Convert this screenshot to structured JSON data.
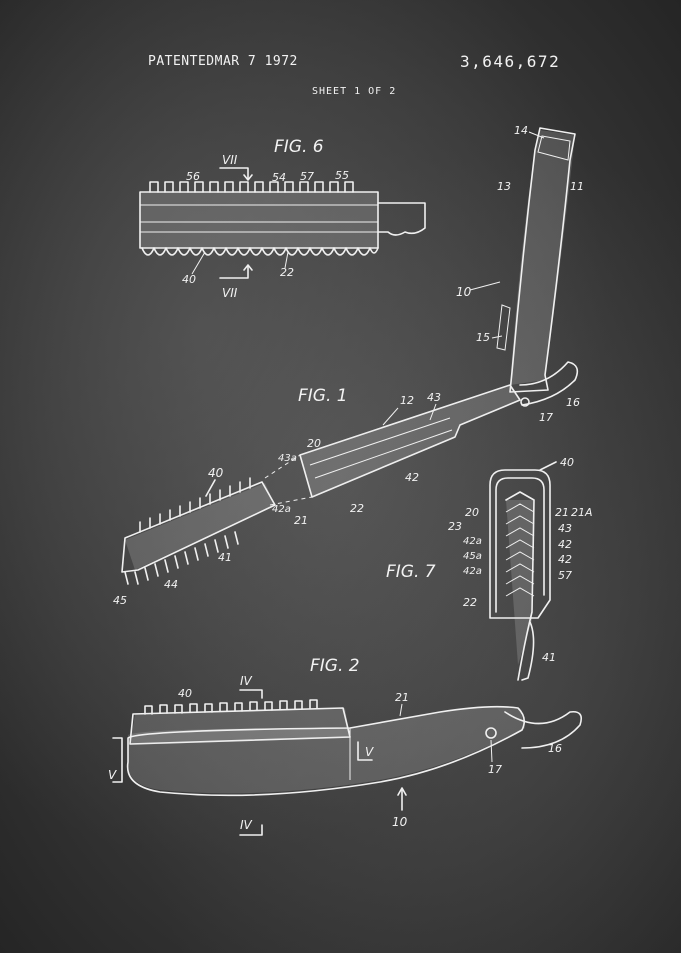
{
  "header": {
    "patented": "PATENTEDMAR 7 1972",
    "patent_number": "3,646,672",
    "sheet": "SHEET 1 OF 2"
  },
  "figures": {
    "fig6": "FIG. 6",
    "fig1": "FIG. 1",
    "fig7": "FIG. 7",
    "fig2": "FIG. 2"
  },
  "section_marks": {
    "vii": "VII",
    "iv": "IV",
    "v": "V"
  },
  "reference_numerals": {
    "n10": "10",
    "n11": "11",
    "n12": "12",
    "n13": "13",
    "n14": "14",
    "n15": "15",
    "n16": "16",
    "n17": "17",
    "n20": "20",
    "n21": "21",
    "n21a": "21A",
    "n22": "22",
    "n23": "23",
    "n40": "40",
    "n41": "41",
    "n42": "42",
    "n42a": "42a",
    "n43": "43",
    "n43a": "43a",
    "n44": "44",
    "n45": "45",
    "n45a": "45a",
    "n54": "54",
    "n55": "55",
    "n56": "56",
    "n57": "57"
  },
  "colors": {
    "background": "#3a3a3a",
    "ink": "#f0f0f0"
  }
}
